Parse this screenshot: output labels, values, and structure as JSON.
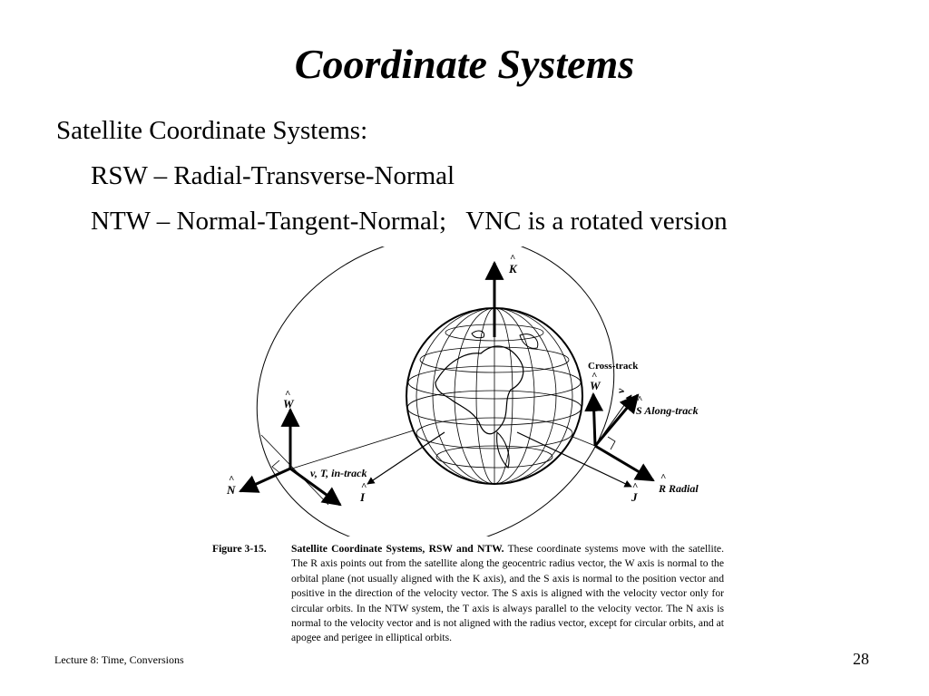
{
  "slide": {
    "title": "Coordinate Systems",
    "line1": "Satellite Coordinate Systems:",
    "line2": "RSW – Radial-Transverse-Normal",
    "line3": "NTW – Normal-Tangent-Normal;   VNC is a rotated version"
  },
  "figure": {
    "labels": {
      "k": "K",
      "w_left": "W",
      "n": "N",
      "v_t_intrack": "v, T, in-track",
      "i": "I",
      "cross_track": "Cross-track",
      "w_right": "W",
      "v_right": "v",
      "s_along_track": "S  Along-track",
      "j": "J",
      "r_radial": "R  Radial"
    },
    "caption": {
      "number": "Figure 3-15.",
      "title": "Satellite Coordinate Systems, RSW and NTW.",
      "body": "These coordinate systems move with the satellite. The R axis points out from the satellite along the geocentric radius vector, the W axis is normal to the orbital plane (not usually aligned with the K axis), and the S axis is normal to the position vector and positive in the direction of the velocity vector. The S axis is aligned with the velocity vector only for circular orbits. In the NTW system, the T axis is always parallel to the velocity vector. The N axis is normal to the velocity vector and is not aligned with the radius vector, except for circular orbits, and at apogee and perigee in elliptical orbits."
    }
  },
  "footer": {
    "left": "Lecture 8: Time, Conversions",
    "page": "28"
  }
}
